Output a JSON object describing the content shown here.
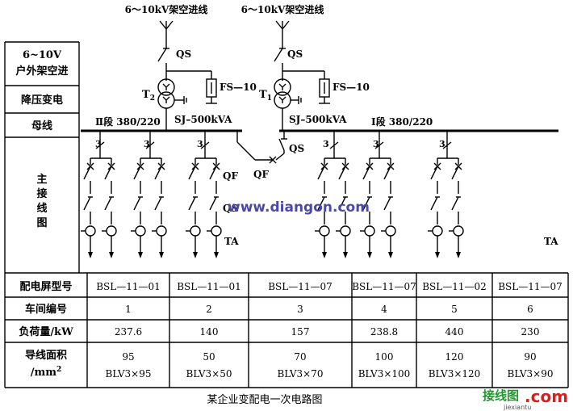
{
  "incoming_left": "6～10kV架空进线",
  "incoming_right": "6～10kV架空进线",
  "qs_left": "QS",
  "qs_right": "QS",
  "fs_left": "FS—10",
  "fs_right": "FS—10",
  "t2_label": "T",
  "t2_sub": "2",
  "t1_label": "T",
  "t1_sub": "1",
  "sj_left": "SJ–500kVA",
  "sj_right": "SJ–500kVA",
  "bus_left_label": "Ⅱ段 380/220",
  "bus_right_label": "Ⅰ段  380/220",
  "tie_qs": "QS",
  "tie_qf": "QF",
  "feeder_qf": "QF",
  "feeder_qs": "QS",
  "ta_left": "TA",
  "ta_right": "TA",
  "cable_count": [
    "3",
    "3",
    "3",
    "3",
    "3",
    "3"
  ],
  "row_labels": {
    "r1_line1": "6~10V",
    "r1_line2": "户外架空进",
    "r2": "降压变电",
    "r3": "母线",
    "r4": [
      "主",
      "接",
      "线",
      "图"
    ]
  },
  "table": {
    "headers": [
      "配电屏型号",
      "车间编号",
      "负荷量/kW",
      "导线面积",
      "/mm"
    ],
    "area_sup": "2",
    "columns": [
      {
        "panel": "BSL—11—01",
        "shop": "1",
        "load": "237.6",
        "area": "95",
        "cable": "BLV3×95"
      },
      {
        "panel": "BSL—11—01",
        "shop": "2",
        "load": "140",
        "area": "50",
        "cable": "BLV3×50"
      },
      {
        "panel": "BSL—11—07",
        "shop": "3",
        "load": "157",
        "area": "70",
        "cable": "BLV3×70"
      },
      {
        "panel": "BSL—11—07",
        "shop": "4",
        "load": "238.8",
        "area": "100",
        "cable": "BLV3×100"
      },
      {
        "panel": "BSL—11—02",
        "shop": "5",
        "load": "440",
        "area": "120",
        "cable": "BLV3×120"
      },
      {
        "panel": "BSL—11—07",
        "shop": "6",
        "load": "230",
        "area": "90",
        "cable": "BLV3×90"
      }
    ]
  },
  "caption": "某企业变配电一次电路图",
  "watermark_center": "www.diangon.com",
  "logo_text_cn": "接线图",
  "logo_text_com": ".com",
  "logo_text_pinyin": "jiexiantu"
}
